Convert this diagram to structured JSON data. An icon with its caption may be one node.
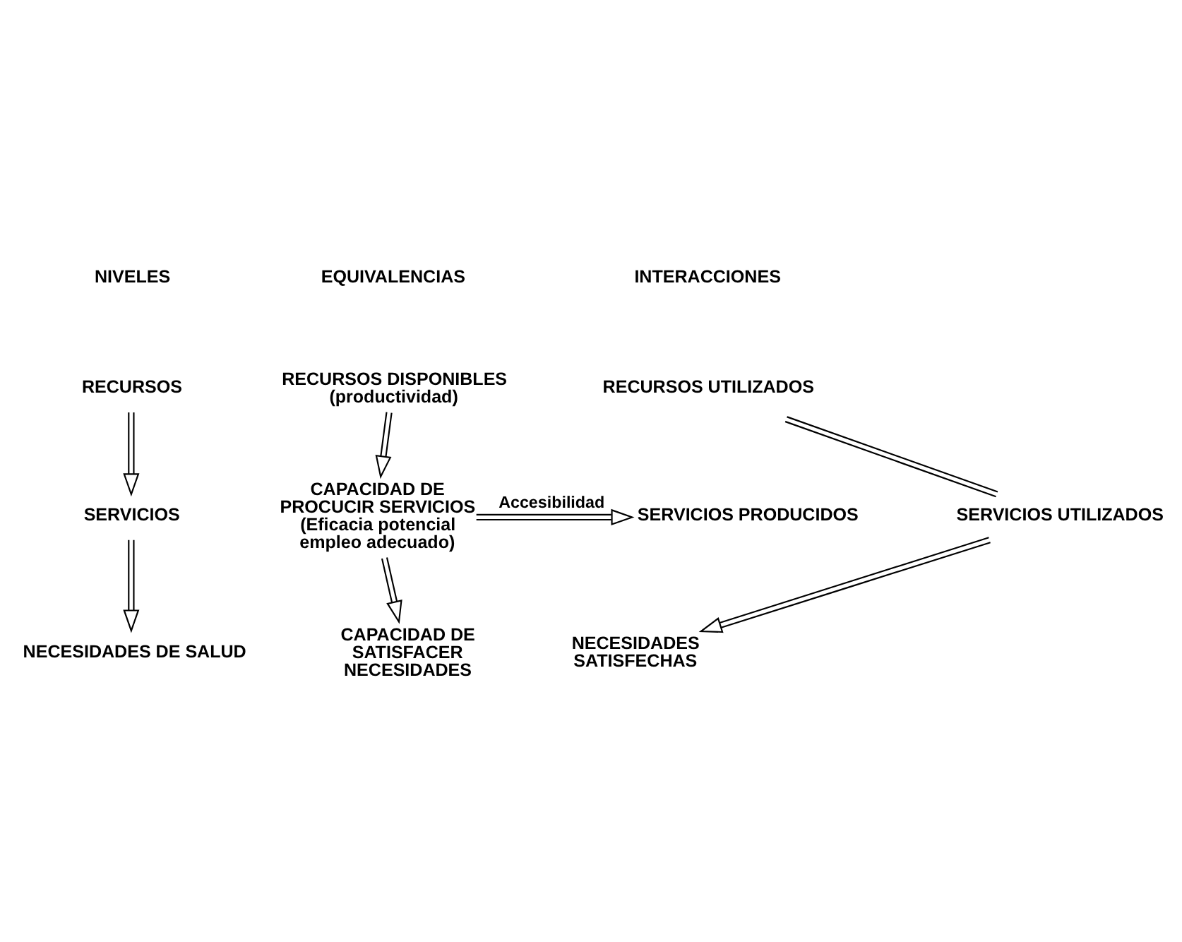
{
  "diagram": {
    "nodes": [
      {
        "text": [
          "RECURSOS"
        ]
      },
      {
        "text": [
          "RECURSOS DISPONIBLES",
          "(productividad)"
        ]
      },
      {
        "text": [
          "RECURSOS UTILIZADOS"
        ]
      },
      {
        "text": [
          "SERVICIOS"
        ]
      },
      {
        "text": [
          "CAPACIDAD DE PROCUCIR SERVICIOS",
          "(Eficacia potencial empleo adecuado)"
        ]
      },
      {
        "text": [
          "SERVICIOS PRODUCIDOS"
        ]
      },
      {
        "text": [
          "SERVICIOS UTILIZADOS"
        ]
      },
      {
        "text": [
          "NECESIDADES DE SALUD"
        ]
      },
      {
        "text": [
          "CAPACIDAD DE SATISFACER NECESIDADES"
        ]
      },
      {
        "text": [
          "NECESIDADES SATISFECHAS"
        ]
      }
    ],
    "edges": [
      {
        "from": 0,
        "to": 3,
        "arrow": "to"
      },
      {
        "from": 3,
        "to": 7,
        "arrow": "to"
      },
      {
        "from": 1,
        "to": 4,
        "arrow": "to"
      },
      {
        "from": 4,
        "to": 8,
        "arrow": "to"
      },
      {
        "from": 4,
        "to": 5,
        "arrow": "to",
        "label": "Accesibilidad"
      },
      {
        "from": 6,
        "to": 2,
        "arrow": "to"
      },
      {
        "from": 6,
        "to": 9,
        "arrow": "to"
      }
    ],
    "labels": [
      "NIVELES",
      "EQUIVALENCIAS",
      "INTERACCIONES"
    ]
  }
}
